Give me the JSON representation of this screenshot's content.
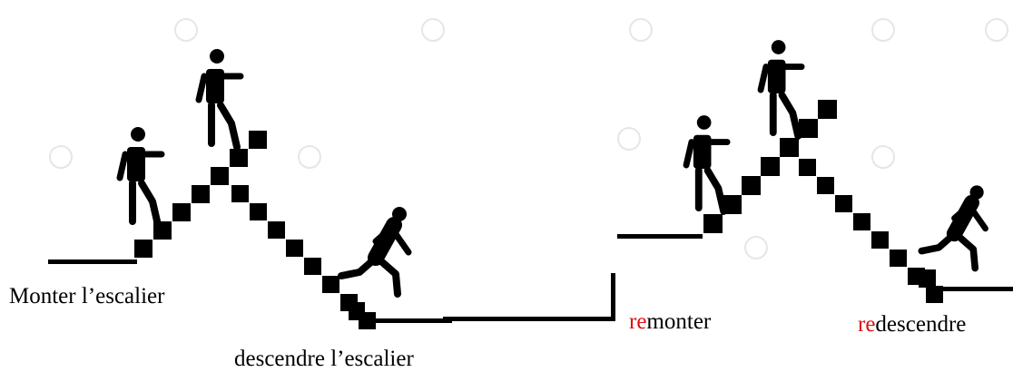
{
  "labels": {
    "monter": "Monter l’escalier",
    "descendre": "descendre l’escalier",
    "remonter_prefix": "re",
    "remonter_rest": "monter",
    "redescendre_prefix": "re",
    "redescendre_rest": "descendre"
  },
  "colors": {
    "ink": "#000000",
    "prefix": "#e01010",
    "background": "#ffffff",
    "watermark": "#e6e6e6"
  },
  "icons": [
    "walking-up-figure",
    "running-down-figure",
    "stair-step"
  ]
}
